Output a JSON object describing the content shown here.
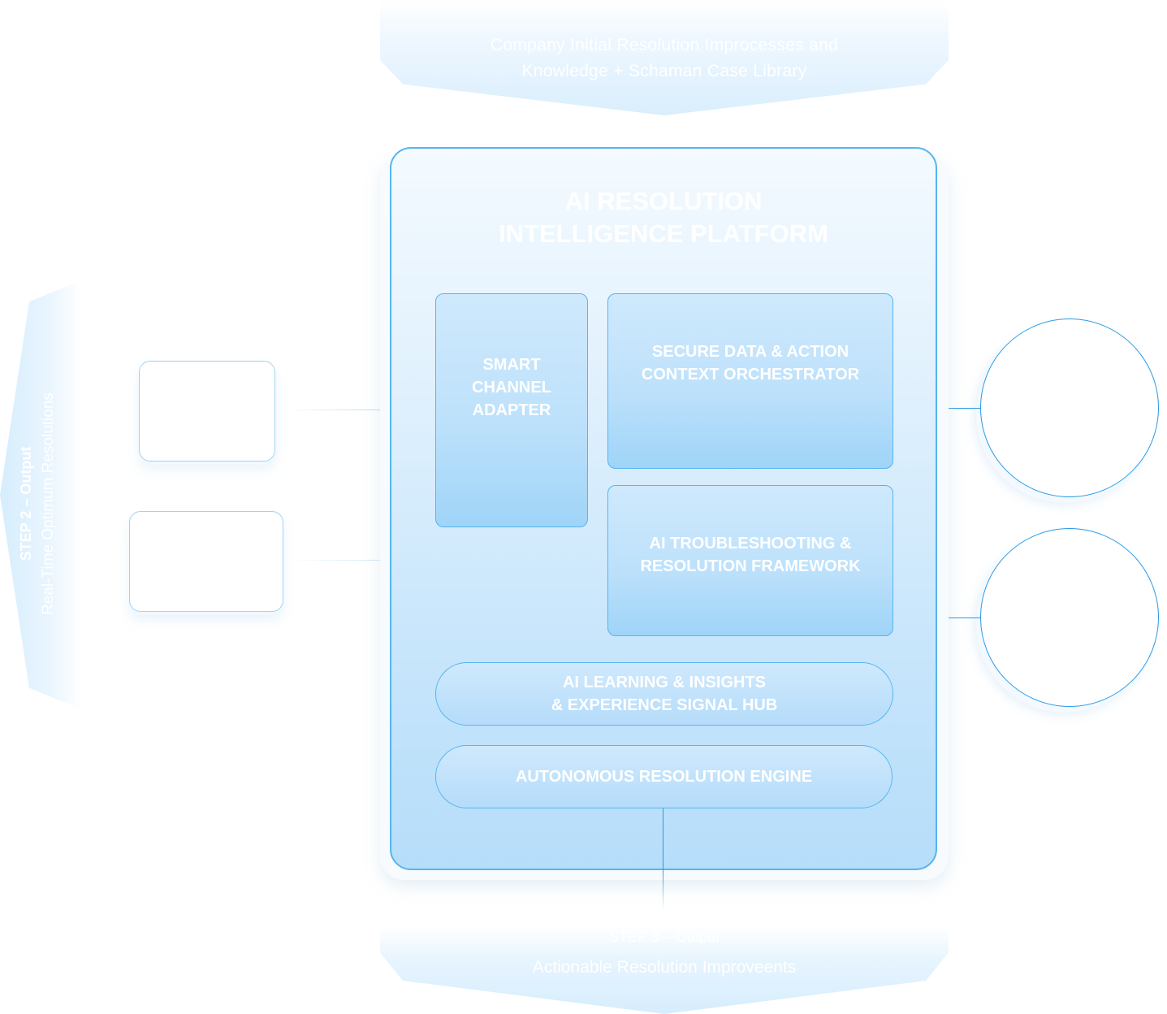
{
  "top_banner": {
    "line1": "Company Initial Resolution Improcesses and",
    "line2": "Knowledge + Schaman Case Library"
  },
  "platform": {
    "title_line1": "AI RESOLUTION",
    "title_line2": "INTELLIGENCE PLATFORM",
    "modules": {
      "smart_channel_adapter": {
        "line1": "SMART",
        "line2": "CHANNEL",
        "line3": "ADAPTER"
      },
      "secure_data_orchestrator": {
        "line1": "SECURE DATA & ACTION",
        "line2": "CONTEXT ORCHESTRATOR"
      },
      "troubleshooting_framework": {
        "line1": "AI TROUBLESHOOTING &",
        "line2": "RESOLUTION FRAMEWORK"
      },
      "learning_hub": {
        "line1": "AI LEARNING & INSIGHTS",
        "line2": "& EXPERIENCE SIGNAL HUB"
      },
      "autonomous_engine": {
        "label": "AUTONOMOUS RESOLUTION ENGINE"
      }
    }
  },
  "left_banner": {
    "step": "STEP 2 – Output",
    "subtitle": "Real-Time Optimum Resolutions"
  },
  "bottom_banner": {
    "step": "STEP 3 – Output",
    "subtitle": "Actionable Resolution Improveents"
  },
  "colors": {
    "accent": "#2a9be6",
    "platform_border": "#56b5ef",
    "module_fill": "#bde1fb",
    "text_on_blue": "#ffffff"
  }
}
